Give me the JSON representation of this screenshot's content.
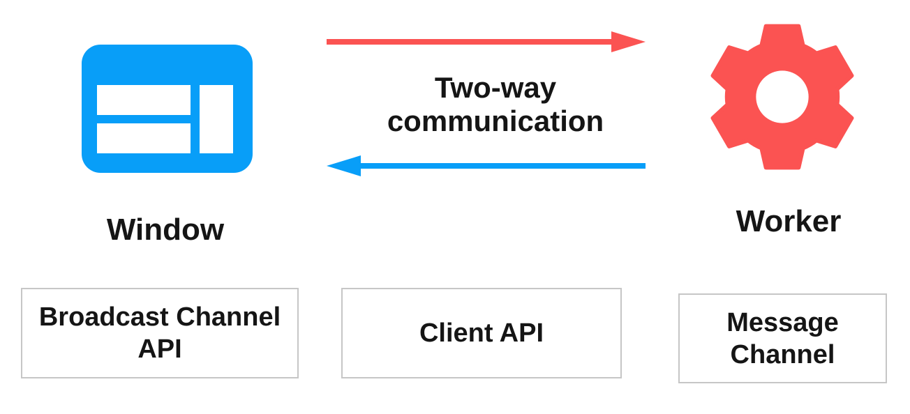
{
  "diagram": {
    "window": {
      "label": "Window",
      "icon": "browser-window-icon"
    },
    "worker": {
      "label": "Worker",
      "icon": "gear-icon"
    },
    "center": {
      "label": "Two-way communication"
    },
    "arrows": [
      {
        "name": "window-to-worker",
        "direction": "right",
        "color": "#FB5352"
      },
      {
        "name": "worker-to-window",
        "direction": "left",
        "color": "#089EF8"
      }
    ],
    "boxes": [
      {
        "label": "Broadcast Channel API"
      },
      {
        "label": "Client API"
      },
      {
        "label": "Message Channel"
      }
    ],
    "colors": {
      "blue": "#089EF8",
      "red": "#FB5352",
      "text": "#151515",
      "box_border": "#C6C6C6",
      "bg": "#FFFFFF"
    }
  }
}
